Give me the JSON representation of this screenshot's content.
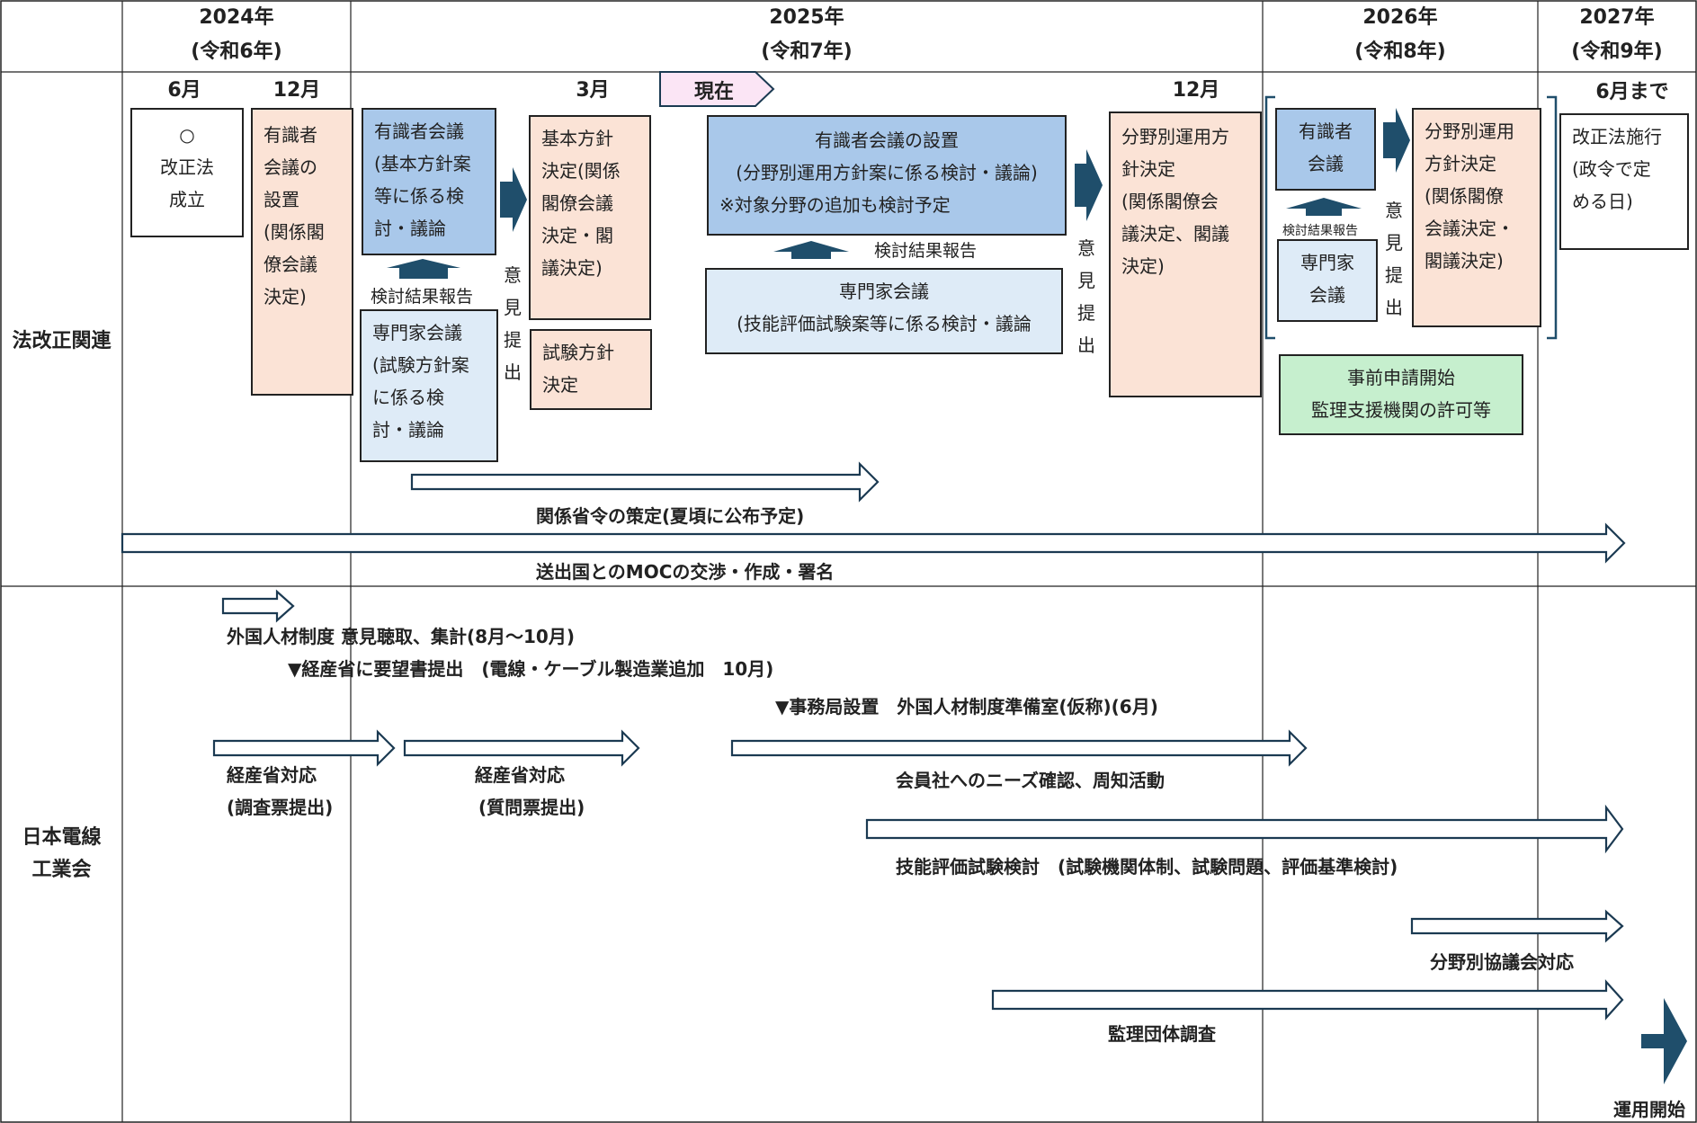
{
  "years": [
    {
      "year": "2024年",
      "era": "(令和6年)"
    },
    {
      "year": "2025年",
      "era": "(令和7年)"
    },
    {
      "year": "2026年",
      "era": "(令和8年)"
    },
    {
      "year": "2027年",
      "era": "(令和9年)"
    }
  ],
  "months": {
    "m_2024_6": "6月",
    "m_2024_12": "12月",
    "m_2025_3": "3月",
    "m_2025_12": "12月",
    "m_2027_6": "6月まで"
  },
  "now_marker": "現在",
  "row_labels": {
    "law": "法改正関連",
    "assoc_1": "日本電線",
    "assoc_2": "工業会"
  },
  "boxes": {
    "law_passed": [
      "○",
      "改正法",
      "成立"
    ],
    "expert_panel_2024": [
      "有識者",
      "会議の",
      "設置",
      "(関係閣",
      "僚会議",
      "決定)"
    ],
    "expert_meeting_basic": [
      "有識者会議",
      "(基本方針案",
      "等に係る検",
      "討・議論"
    ],
    "specialist_exam": [
      "専門家会議",
      "(試験方針案",
      "に係る検",
      "討・議論"
    ],
    "basic_policy": [
      "基本方針",
      "決定(関係",
      "閣僚会議",
      "決定・閣",
      "議決定)"
    ],
    "exam_policy": [
      "試験方針",
      "決定"
    ],
    "expert_panel_field": [
      "有識者会議の設置",
      "(分野別運用方針案に係る検討・議論)",
      "※対象分野の追加も検討予定"
    ],
    "specialist_skill": [
      "専門家会議",
      "(技能評価試験案等に係る検討・議論"
    ],
    "field_policy_2025": [
      "分野別運用方",
      "針決定",
      "(関係閣僚会",
      "議決定、閣議",
      "決定)"
    ],
    "expert_2026": [
      "有識者",
      "会議"
    ],
    "specialist_2026": [
      "専門家",
      "会議"
    ],
    "field_policy_2026": [
      "分野別運用",
      "方針決定",
      "(関係閣僚",
      "会議決定・",
      "閣議決定)"
    ],
    "pre_application": [
      "事前申請開始",
      "監理支援機関の許可等"
    ],
    "enforcement": [
      "改正法施行",
      "(政令で定",
      "める日)"
    ]
  },
  "labels": {
    "review_report_1": "検討結果報告",
    "review_report_2": "検討結果報告",
    "review_report_3": "検討結果報告",
    "opinion_submit_1": [
      "意",
      "見",
      "提",
      "出"
    ],
    "opinion_submit_2": [
      "意",
      "見",
      "提",
      "出"
    ],
    "opinion_submit_3": [
      "意",
      "見",
      "提",
      "出"
    ],
    "ministerial_ordinance": "関係省令の策定(夏頃に公布予定)",
    "moc": "送出国とのMOCの交渉・作成・署名",
    "foreign_hearing": "外国人材制度 意見聴取、集計(8月～10月)",
    "meti_request": "▼経産省に要望書提出　(電線・ケーブル製造業追加　10月)",
    "secretariat": "▼事務局設置　外国人材制度準備室(仮称)(6月)",
    "meti_survey_1": "経産省対応",
    "meti_survey_2": "(調査票提出)",
    "meti_question_1": "経産省対応",
    "meti_question_2": "(質問票提出)",
    "member_needs": "会員社へのニーズ確認、周知活動",
    "skill_exam": "技能評価試験検討　(試験機関体制、試験問題、評価基準検討)",
    "field_council": "分野別協議会対応",
    "supervisory_survey": "監理団体調査",
    "operation_start": "運用開始"
  },
  "colors": {
    "peach": "#fbe3d6",
    "blue": "#a9c8ea",
    "light_blue": "#deebf7",
    "green": "#c6efce",
    "arrow_dark": "#1f4e6b",
    "now_marker": "#fbe5f5"
  }
}
